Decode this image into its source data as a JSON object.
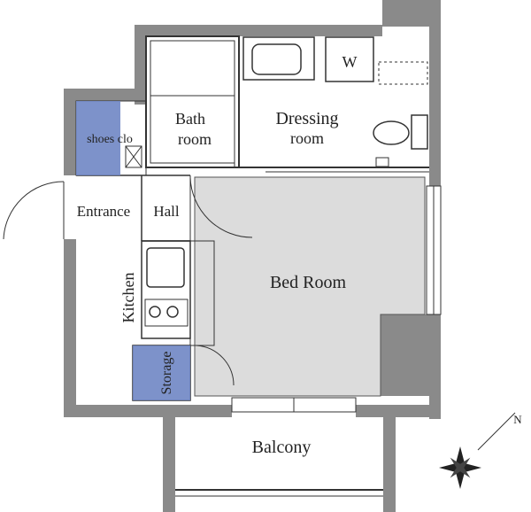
{
  "rooms": {
    "bath_line1": "Bath",
    "bath_line2": "room",
    "dressing_line1": "Dressing",
    "dressing_line2": "room",
    "shoes_clo": "shoes clo",
    "entrance": "Entrance",
    "hall": "Hall",
    "bed_room": "Bed Room",
    "kitchen": "Kitchen",
    "storage": "Storage",
    "balcony": "Balcony",
    "washer": "W"
  },
  "compass": {
    "north_label": "N"
  },
  "colors": {
    "wall": "#8a8a8a",
    "bedroom_floor": "#dcdcdc",
    "storage_fill": "#6f86c4",
    "line": "#333333"
  }
}
